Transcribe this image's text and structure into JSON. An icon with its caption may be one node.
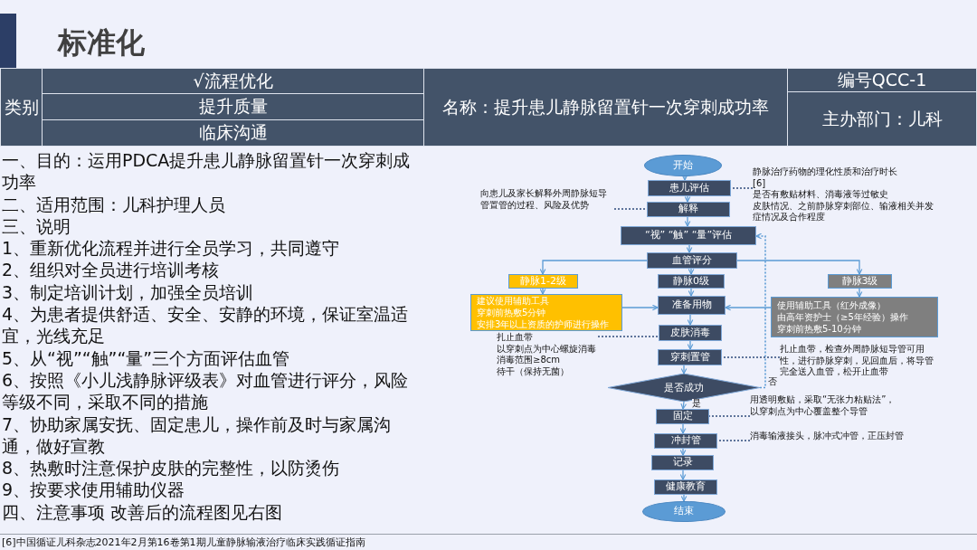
{
  "diagram": {
    "title": "标准化",
    "caption": "[6]中国循证儿科杂志2021年2月第16卷第1期儿童静脉输液治疗临床实践循证指南",
    "nodes": [
      {
        "text": [
          "开始"
        ]
      },
      {
        "text": [
          "患儿评估"
        ]
      },
      {
        "text": [
          "解释"
        ]
      },
      {
        "text": [
          "“视” “触” “量”评估"
        ]
      },
      {
        "text": [
          "血管评分"
        ]
      },
      {
        "text": [
          "静脉1-2级"
        ]
      },
      {
        "text": [
          "静脉0级"
        ]
      },
      {
        "text": [
          "静脉3级"
        ]
      },
      {
        "text": [
          "建议使用辅助工具",
          "穿刺前热敷5分钟",
          "安排3年以上资质的护师进行操作"
        ]
      },
      {
        "text": [
          "准备用物"
        ]
      },
      {
        "text": [
          "使用辅助工具（红外成像）",
          "由高年资护士（≥5年经验）操作",
          "穿刺前热敷5-10分钟"
        ]
      },
      {
        "text": [
          "皮肤消毒"
        ]
      },
      {
        "text": [
          "穿刺置管"
        ]
      },
      {
        "text": [
          "是否成功"
        ]
      },
      {
        "text": [
          "固定"
        ]
      },
      {
        "text": [
          "冲封管"
        ]
      },
      {
        "text": [
          "记录"
        ]
      },
      {
        "text": [
          "健康教育"
        ]
      },
      {
        "text": [
          "结束"
        ]
      },
      {
        "text": [
          "静脉治疗药物的理化性质和治疗时长",
          "[6]",
          "是否有敷贴材料、消毒液等过敏史",
          "皮肤情况、之前静脉穿刺部位、输液相关并发症情况及合作程度"
        ]
      },
      {
        "text": [
          "向患儿及家长解释外周静脉短导管置管的过程、风险及优势"
        ]
      },
      {
        "text": [
          "扎止血带",
          "以穿刺点为中心螺旋消毒",
          "消毒范围≥8cm",
          "待干（保持无菌）"
        ]
      },
      {
        "text": [
          "扎止血带，检查外周静脉短导管可用性，进行静脉穿刺，见回血后，将导管完全送入血管，松开止血带"
        ]
      },
      {
        "text": [
          "用透明敷贴，采取“无张力粘贴法”，以穿刺点为中心覆盖整个导管"
        ]
      },
      {
        "text": [
          "消毒输液接头，脉冲式冲管，正压封管"
        ]
      }
    ],
    "edges": [
      {
        "from": 0,
        "to": 1,
        "arrow": "to"
      },
      {
        "from": 1,
        "to": 2,
        "arrow": "to"
      },
      {
        "from": 2,
        "to": 3,
        "arrow": "to"
      },
      {
        "from": 3,
        "to": 4,
        "arrow": "to"
      },
      {
        "from": 4,
        "to": 5,
        "arrow": "to"
      },
      {
        "from": 4,
        "to": 6,
        "arrow": "to"
      },
      {
        "from": 4,
        "to": 7,
        "arrow": "to"
      },
      {
        "from": 5,
        "to": 8,
        "arrow": "to"
      },
      {
        "from": 6,
        "to": 9,
        "arrow": "to"
      },
      {
        "from": 8,
        "to": 9,
        "arrow": "to"
      },
      {
        "from": 7,
        "to": 10,
        "arrow": "to"
      },
      {
        "from": 10,
        "to": 9,
        "arrow": "to"
      },
      {
        "from": 9,
        "to": 11,
        "arrow": "to"
      },
      {
        "from": 11,
        "to": 12,
        "arrow": "to"
      },
      {
        "from": 12,
        "to": 13,
        "arrow": "to"
      },
      {
        "from": 13,
        "to": 14,
        "arrow": "to",
        "label": "是"
      },
      {
        "from": 13,
        "to": 3,
        "arrow": "to",
        "label": "否",
        "style": "dashed"
      },
      {
        "from": 14,
        "to": 15,
        "arrow": "to"
      },
      {
        "from": 15,
        "to": 16,
        "arrow": "to"
      },
      {
        "from": 16,
        "to": 17,
        "arrow": "to"
      },
      {
        "from": 17,
        "to": 18,
        "arrow": "to"
      },
      {
        "from": 19,
        "to": 1,
        "arrow": "none",
        "style": "dashed",
        "color": "#2f4b7c"
      },
      {
        "from": 20,
        "to": 2,
        "arrow": "none",
        "style": "dashed",
        "color": "#2f4b7c"
      },
      {
        "from": 21,
        "to": 11,
        "arrow": "none",
        "style": "dashed",
        "color": "#2f4b7c"
      },
      {
        "from": 22,
        "to": 12,
        "arrow": "none",
        "style": "dashed",
        "color": "#2f4b7c"
      },
      {
        "from": 23,
        "to": 14,
        "arrow": "none",
        "style": "dashed",
        "color": "#2f4b7c"
      },
      {
        "from": 24,
        "to": 15,
        "arrow": "none",
        "style": "dashed",
        "color": "#2f4b7c"
      }
    ],
    "labels": [
      "类别",
      "√流程优化",
      "名称：提升患儿静脉留置针一次穿刺成功率",
      "编号QCC-1",
      "提升质量",
      "主办部门：儿科",
      "临床沟通",
      "一、目的：运用PDCA提升患儿静脉留置针一次穿刺成功率",
      "二、适用范围：儿科护理人员",
      "三、说明",
      "1、重新优化流程并进行全员学习，共同遵守",
      "2、组织对全员进行培训考核",
      "3、制定培训计划，加强全员培训",
      "4、为患者提供舒适、安全、安静的环境，保证室温适宜，光线充足",
      "5、从“视”“触”“量”三个方面评估血管",
      "6、按照《小儿浅静脉评级表》对血管进行评分，风险等级不同，采取不同的措施",
      "7、协助家属安抚、固定患儿，操作前及时与家属沟通，做好宣教",
      "8、热敷时注意保护皮肤的完整性，以防烫伤",
      "9、按要求使用辅助仪器",
      "四、注意事项  改善后的流程图见右图"
    ]
  }
}
